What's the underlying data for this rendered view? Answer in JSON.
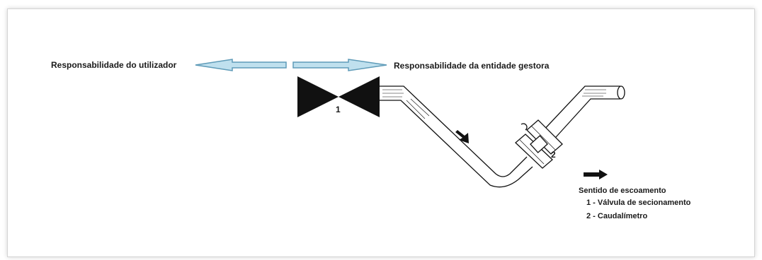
{
  "labels": {
    "user_responsibility": "Responsabilidade do utilizador",
    "entity_responsibility": "Responsabilidade da entidade gestora",
    "valve_number": "1",
    "meter_number": "2"
  },
  "legend": {
    "flow_direction": "Sentido de escoamento",
    "item_1": "1 - Válvula de secionamento",
    "item_2": "2 - Caudalímetro"
  },
  "colors": {
    "arrow_fill": "#bfe0ee",
    "arrow_stroke": "#5f9bb8",
    "ink": "#111111",
    "frame_border": "#d4d4d4"
  },
  "icons": {
    "valve": "butterfly-valve-icon",
    "meter": "flow-meter-icon",
    "flow_arrow": "flow-direction-arrow-icon"
  }
}
